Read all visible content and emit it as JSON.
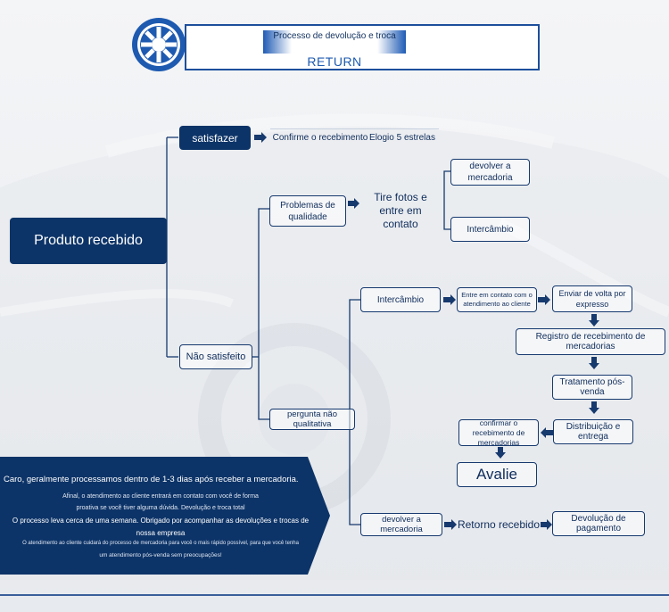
{
  "header": {
    "title": "Processo de devolução e troca",
    "subtitle": "RETURN"
  },
  "nodes": {
    "root": "Produto recebido",
    "satisfied": "satisfazer",
    "satisfied_action": "Confirme o recebimento",
    "satisfied_action_2": "Elogio 5 estrelas",
    "not_satisfied": "Não satisfeito",
    "quality_problem": "Problemas de qualidade",
    "quality_action": "Tire fotos e entre em contato",
    "return_goods": "devolver a mercadoria",
    "exchange_a": "Intercâmbio",
    "non_quality": "pergunta não qualitativa",
    "exchange_b": "Intercâmbio",
    "contact_service": "Entre em contato com o atendimento ao cliente",
    "send_back": "Enviar de volta por expresso",
    "register_receipt": "Registro de recebimento de mercadorias",
    "after_sales": "Tratamento pós-venda",
    "distribution": "Distribuição e entrega",
    "confirm_receipt": "confirmar o recebimento de mercadorias",
    "evaluate": "Avalie",
    "return_goods_b": "devolver a mercadoria",
    "return_received": "Retorno recebido",
    "refund": "Devolução de pagamento"
  },
  "info": {
    "line1": "Caro, geralmente processamos dentro de 1-3 dias após receber a mercadoria.",
    "line2": "Afinal, o atendimento ao cliente entrará em contato com você de forma",
    "line3": "proativa se você tiver alguma dúvida. Devolução e troca total",
    "line4": "O processo leva cerca de uma semana. Obrigado por acompanhar as devoluções e trocas de",
    "line5": "nossa empresa",
    "line6": "O atendimento ao cliente cuidará do processo de mercadoria para você o mais rápido possível, para que você tenha",
    "line7": "um atendimento pós-venda sem preocupações!"
  },
  "colors": {
    "navy": "#0d3468",
    "blue": "#174f97",
    "accent": "#1d5ab0"
  },
  "icons": {
    "logo": "wheel-logo-icon",
    "arrow": "arrow-right-icon"
  }
}
